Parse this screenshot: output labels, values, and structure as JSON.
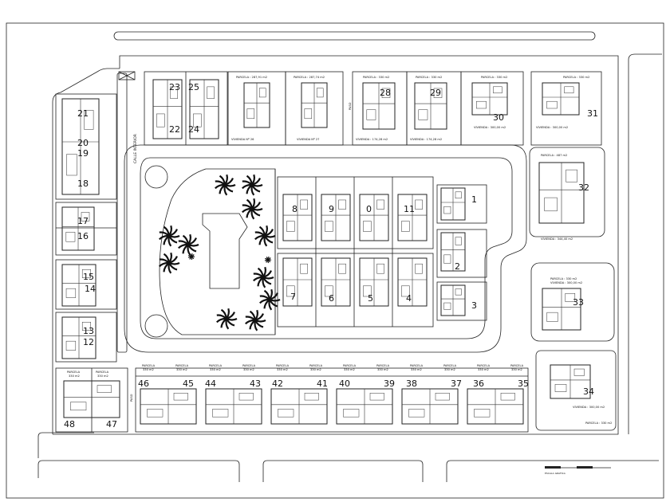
{
  "plan": {
    "street_label": "CALLE INTERIOR",
    "scale_label": "ESCALA GRAFICA",
    "paso_label": "PASO",
    "lots": [
      {
        "n": "1"
      },
      {
        "n": "2"
      },
      {
        "n": "3"
      },
      {
        "n": "4"
      },
      {
        "n": "5"
      },
      {
        "n": "6"
      },
      {
        "n": "7"
      },
      {
        "n": "8"
      },
      {
        "n": "9"
      },
      {
        "n": "0"
      },
      {
        "n": "11"
      },
      {
        "n": "12"
      },
      {
        "n": "13"
      },
      {
        "n": "14"
      },
      {
        "n": "15"
      },
      {
        "n": "16"
      },
      {
        "n": "17"
      },
      {
        "n": "18"
      },
      {
        "n": "19"
      },
      {
        "n": "20"
      },
      {
        "n": "21"
      },
      {
        "n": "22"
      },
      {
        "n": "23"
      },
      {
        "n": "24"
      },
      {
        "n": "25"
      },
      {
        "n": "28"
      },
      {
        "n": "29"
      },
      {
        "n": "30"
      },
      {
        "n": "31"
      },
      {
        "n": "32"
      },
      {
        "n": "33"
      },
      {
        "n": "34"
      },
      {
        "n": "35"
      },
      {
        "n": "36"
      },
      {
        "n": "37"
      },
      {
        "n": "38"
      },
      {
        "n": "39"
      },
      {
        "n": "40"
      },
      {
        "n": "41"
      },
      {
        "n": "42"
      },
      {
        "n": "43"
      },
      {
        "n": "44"
      },
      {
        "n": "45"
      },
      {
        "n": "46"
      },
      {
        "n": "47"
      },
      {
        "n": "48"
      }
    ],
    "parcel_labels": {
      "p26": "PARCELA : 287,91 m2",
      "p27": "PARCELA : 287,74 m2",
      "p28": "PARCELA : 330 m2",
      "p29": "PARCELA : 330 m2",
      "p30": "PARCELA : 330 m2",
      "p31": "PARCELA : 330 m2",
      "p32": "PARCELA : 487 m2",
      "p33": "PARCELA : 330 m2",
      "p34": "PARCELA : 330 m2",
      "b48": "PARCELA",
      "b47": "PARCELA",
      "b48s": "330 m2",
      "b47s": "330 m2"
    },
    "vivienda_labels": {
      "v26": "VIVIENDA Nº 26",
      "v27": "VIVIENDA Nº 27",
      "v28": "VIVIENDA : 174,28 m2",
      "v29": "VIVIENDA : 174,28 m2",
      "v30": "VIVIENDA : 300,00 m2",
      "v31": "VIVIENDA : 300,00 m2",
      "v32": "VIVIENDA : 344,40 m2",
      "v33": "VIVIENDA : 300,00 m2",
      "v34": "VIVIENDA : 300,00 m2"
    },
    "bottom_parcels": [
      {
        "title": "PARCELA",
        "area": "330 m2"
      },
      {
        "title": "PARCELA",
        "area": "330 m2"
      },
      {
        "title": "PARCELA",
        "area": "330 m2"
      },
      {
        "title": "PARCELA",
        "area": "330 m2"
      },
      {
        "title": "PARCELA",
        "area": "330 m2"
      },
      {
        "title": "PARCELA",
        "area": "330 m2"
      },
      {
        "title": "PARCELA",
        "area": "330 m2"
      },
      {
        "title": "PARCELA",
        "area": "330 m2"
      },
      {
        "title": "PARCELA",
        "area": "330 m2"
      },
      {
        "title": "PARCELA",
        "area": "330 m2"
      },
      {
        "title": "PARCELA",
        "area": "330 m2"
      },
      {
        "title": "PARCELA",
        "area": "330 m2"
      }
    ],
    "palm_count": 13
  }
}
